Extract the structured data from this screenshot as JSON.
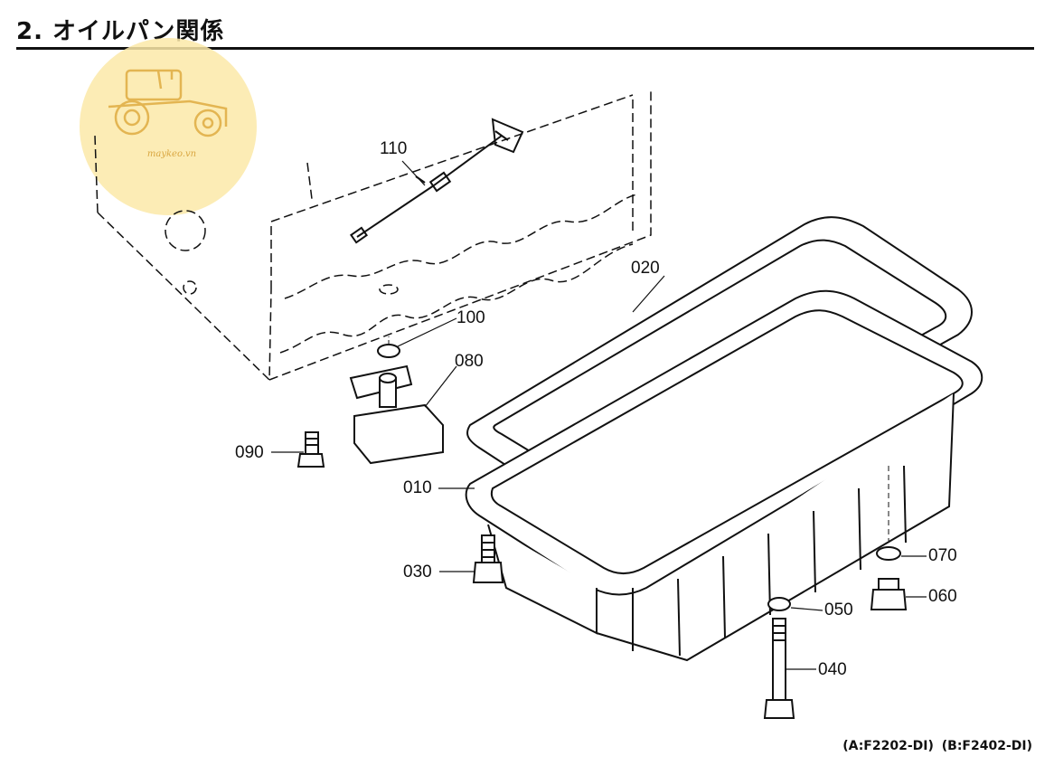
{
  "header": {
    "title": "2. オイルパン関係"
  },
  "watermark": {
    "text": "maykeo.vn",
    "color": "#fbe9a8",
    "icon": "tractor-logo-icon"
  },
  "parts": [
    {
      "id": "p110",
      "label": "110"
    },
    {
      "id": "p020",
      "label": "020"
    },
    {
      "id": "p100",
      "label": "100"
    },
    {
      "id": "p080",
      "label": "080"
    },
    {
      "id": "p090",
      "label": "090"
    },
    {
      "id": "p010",
      "label": "010"
    },
    {
      "id": "p030",
      "label": "030"
    },
    {
      "id": "p070",
      "label": "070"
    },
    {
      "id": "p060",
      "label": "060"
    },
    {
      "id": "p050",
      "label": "050"
    },
    {
      "id": "p040",
      "label": "040"
    }
  ],
  "footer": {
    "model_a": "(A:F2202-DI)",
    "model_b": "(B:F2402-DI)"
  }
}
